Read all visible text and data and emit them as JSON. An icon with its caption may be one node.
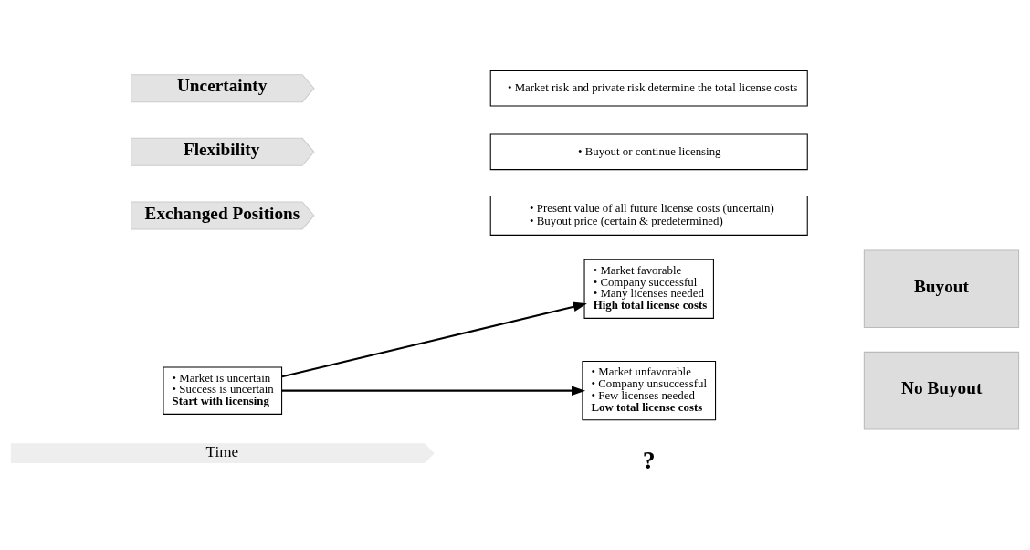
{
  "diagram": {
    "nodes": [
      {
        "text": [
          "Uncertainty"
        ]
      },
      {
        "text": [
          "• Market risk and private risk determine the total license costs"
        ]
      },
      {
        "text": [
          "Flexibility"
        ]
      },
      {
        "text": [
          "• Buyout or continue licensing"
        ]
      },
      {
        "text": [
          "Exchanged Positions"
        ]
      },
      {
        "text": [
          "• Present value of all future license costs (uncertain)",
          "• Buyout price (certain & predetermined)"
        ]
      },
      {
        "text": [
          "• Market is uncertain",
          "• Success is uncertain",
          "Start with licensing"
        ]
      },
      {
        "text": [
          "• Market favorable",
          "• Company successful",
          "• Many licenses needed",
          "High total license costs"
        ]
      },
      {
        "text": [
          "• Market unfavorable",
          "• Company unsuccessful",
          "• Few licenses needed",
          "Low total license costs"
        ]
      },
      {
        "text": [
          "Buyout"
        ]
      },
      {
        "text": [
          "No Buyout"
        ]
      },
      {
        "text": [
          "Time"
        ]
      }
    ],
    "edges": [
      {
        "from": 6,
        "to": 7,
        "arrow": "to"
      },
      {
        "from": 6,
        "to": 8,
        "arrow": "to"
      }
    ],
    "labels": [
      "?"
    ]
  }
}
